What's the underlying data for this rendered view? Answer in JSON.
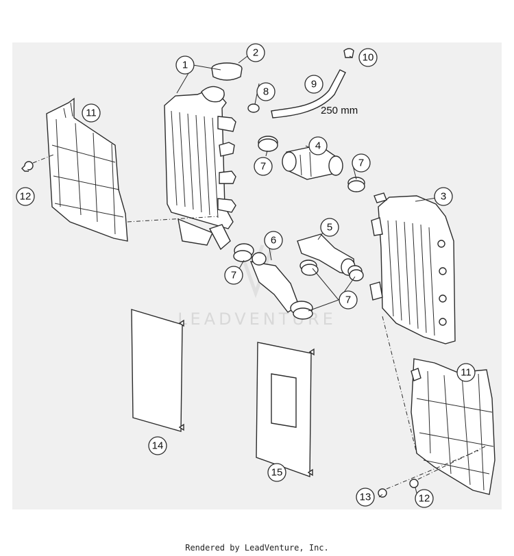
{
  "diagram": {
    "callouts": [
      {
        "id": "c1",
        "label": "1"
      },
      {
        "id": "c2",
        "label": "2"
      },
      {
        "id": "c3",
        "label": "3"
      },
      {
        "id": "c4",
        "label": "4"
      },
      {
        "id": "c5",
        "label": "5"
      },
      {
        "id": "c6",
        "label": "6"
      },
      {
        "id": "c7a",
        "label": "7"
      },
      {
        "id": "c7b",
        "label": "7"
      },
      {
        "id": "c7c",
        "label": "7"
      },
      {
        "id": "c7d",
        "label": "7"
      },
      {
        "id": "c8",
        "label": "8"
      },
      {
        "id": "c9",
        "label": "9"
      },
      {
        "id": "c10",
        "label": "10"
      },
      {
        "id": "c11a",
        "label": "11"
      },
      {
        "id": "c11b",
        "label": "11"
      },
      {
        "id": "c12a",
        "label": "12"
      },
      {
        "id": "c12b",
        "label": "12"
      },
      {
        "id": "c13",
        "label": "13"
      },
      {
        "id": "c14",
        "label": "14"
      },
      {
        "id": "c15",
        "label": "15"
      }
    ],
    "hose_length_note": "250 mm",
    "watermark": "LEADVENTURE"
  },
  "footer": {
    "text": "Rendered by LeadVenture, Inc."
  }
}
